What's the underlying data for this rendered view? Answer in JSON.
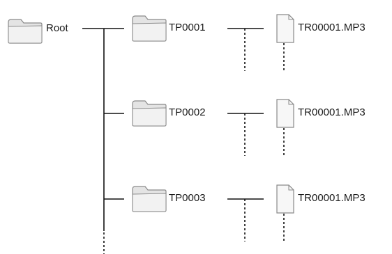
{
  "tree": {
    "root": {
      "label": "Root",
      "icon": "folder-icon"
    },
    "folders": [
      {
        "label": "TP0001",
        "icon": "folder-icon",
        "file": {
          "label": "TR00001.MP3",
          "icon": "file-icon"
        }
      },
      {
        "label": "TP0002",
        "icon": "folder-icon",
        "file": {
          "label": "TR00001.MP3",
          "icon": "file-icon"
        }
      },
      {
        "label": "TP0003",
        "icon": "folder-icon",
        "file": {
          "label": "TR00001.MP3",
          "icon": "file-icon"
        }
      }
    ]
  },
  "colors": {
    "line": "#111111",
    "folder_fill": "#ececec",
    "folder_stroke": "#8a8a8a",
    "file_fill": "#f7f7f7",
    "file_stroke": "#8a8a8a"
  }
}
